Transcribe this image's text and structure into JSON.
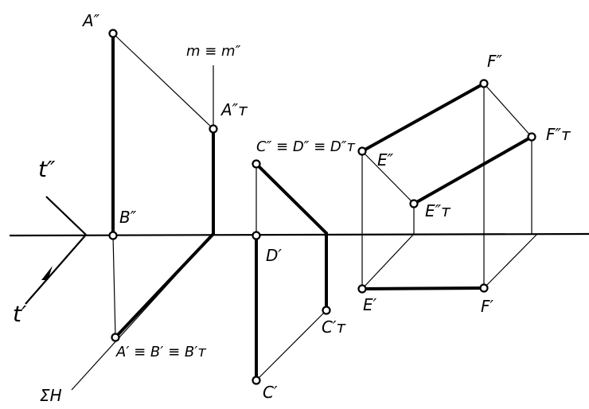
{
  "labels": {
    "A2": "A″",
    "m": "m ≡ m″",
    "AT2": "A″ᴛ",
    "t2": "t″",
    "B2": "B″",
    "CDD2": "C″ ≡ D″ ≡ D″ᴛ",
    "E2": "E″",
    "F2": "F″",
    "FT2": "F″ᴛ",
    "ET2": "E″ᴛ",
    "D1": "D′",
    "t1": "t′",
    "E1": "E′",
    "F1": "F′",
    "CT1": "C′ᴛ",
    "ABB1": "A′ ≡ B′ ≡ B′ᴛ",
    "C1": "C′",
    "sigma": "ΣH"
  }
}
